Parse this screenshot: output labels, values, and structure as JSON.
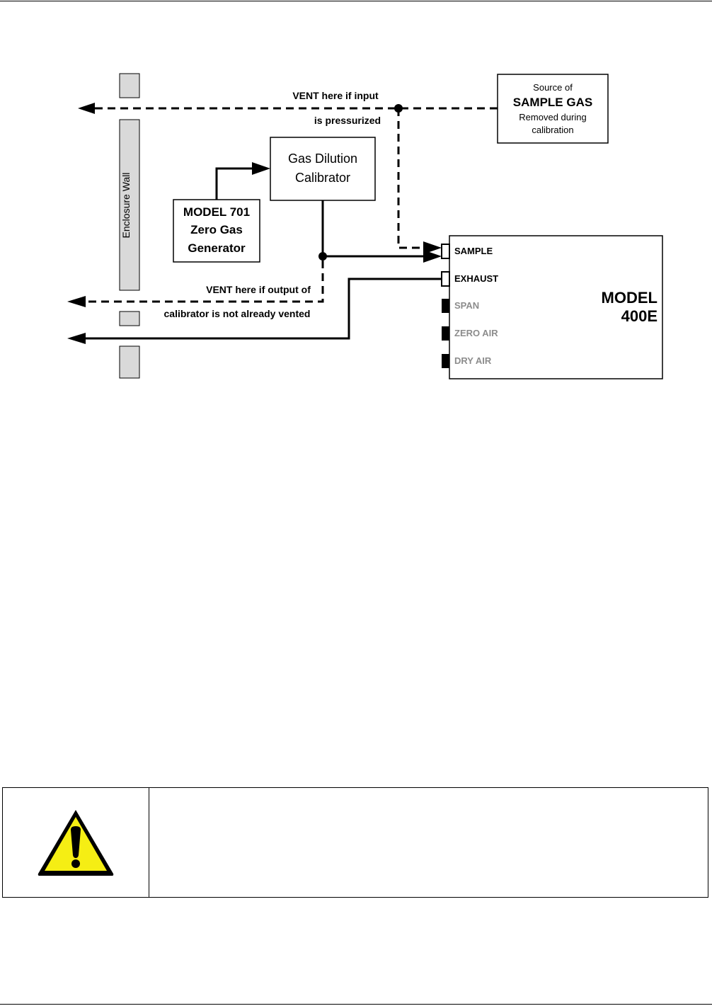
{
  "diagram": {
    "enclosure_wall_label": "Enclosure Wall",
    "vent_input_line1": "VENT here if input",
    "vent_input_line2": "is pressurized",
    "source_box": {
      "line1": "Source of",
      "line2": "SAMPLE GAS",
      "line3": "Removed during",
      "line4": "calibration"
    },
    "calibrator_box": {
      "line1": "Gas Dilution",
      "line2": "Calibrator"
    },
    "zero_gas_box": {
      "line1": "MODEL 701",
      "line2": "Zero Gas",
      "line3": "Generator"
    },
    "vent_output_line1": "VENT here if output of",
    "vent_output_line2": "calibrator is not already vented",
    "analyzer": {
      "title_line1": "MODEL",
      "title_line2": "400E",
      "ports": [
        {
          "label": "SAMPLE",
          "active": true
        },
        {
          "label": "EXHAUST",
          "active": true
        },
        {
          "label": "SPAN",
          "active": false
        },
        {
          "label": "ZERO AIR",
          "active": false
        },
        {
          "label": "DRY AIR",
          "active": false
        }
      ]
    }
  },
  "colors": {
    "wall_fill": "#d9d9d9",
    "inactive_port_text": "#8c8c8c",
    "warning_yellow": "#f5ee14",
    "line": "#000000"
  },
  "icons": {
    "warning": "warning-triangle-icon"
  }
}
